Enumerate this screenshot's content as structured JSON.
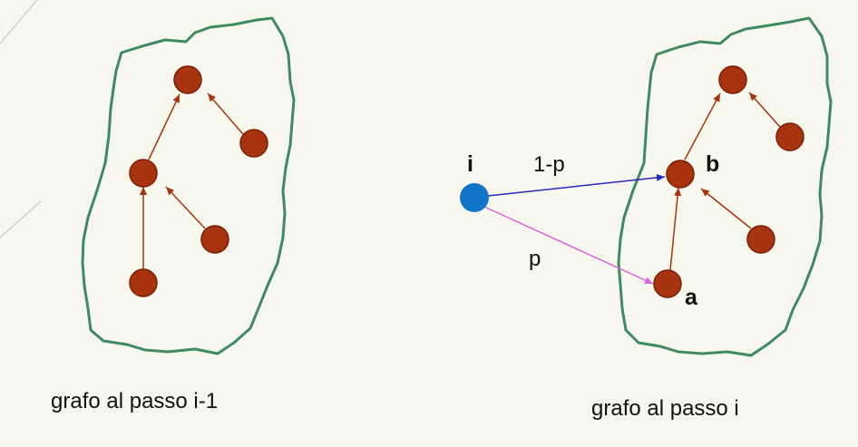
{
  "colors": {
    "background": "#f7f7ee",
    "region_stroke": "#3f8a62",
    "node_fill": "#a8330f",
    "node_stroke": "#7a1e05",
    "edge": "#a8330f",
    "new_node_fill": "#1176c8",
    "edge_one_minus_p": "#2a2ab8",
    "edge_p": "#e060e0",
    "decor_line": "#c9c9c0"
  },
  "left_graph": {
    "caption": "grafo al passo i-1"
  },
  "right_graph": {
    "caption": "grafo al passo i",
    "label_b": "b",
    "label_a": "a"
  },
  "new_node": {
    "label": "i",
    "edge_to_b_label": "1-p",
    "edge_to_a_label": "p"
  },
  "icons": {
    "arrow": "arrow-head"
  }
}
